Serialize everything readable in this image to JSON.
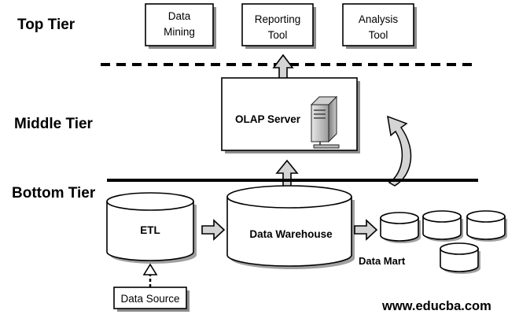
{
  "tiers": {
    "top": "Top Tier",
    "middle": "Middle Tier",
    "bottom": "Bottom Tier"
  },
  "top_tools": [
    {
      "line1": "Data",
      "line2": "Mining"
    },
    {
      "line1": "Reporting",
      "line2": "Tool"
    },
    {
      "line1": "Analysis",
      "line2": "Tool"
    }
  ],
  "olap_server": "OLAP Server",
  "etl": "ETL",
  "data_warehouse": "Data Warehouse",
  "data_mart": "Data Mart",
  "data_source": "Data Source",
  "watermark": "www.educba.com",
  "icons": [
    "server-icon",
    "curved-arrow-icon",
    "block-arrow-icon"
  ]
}
